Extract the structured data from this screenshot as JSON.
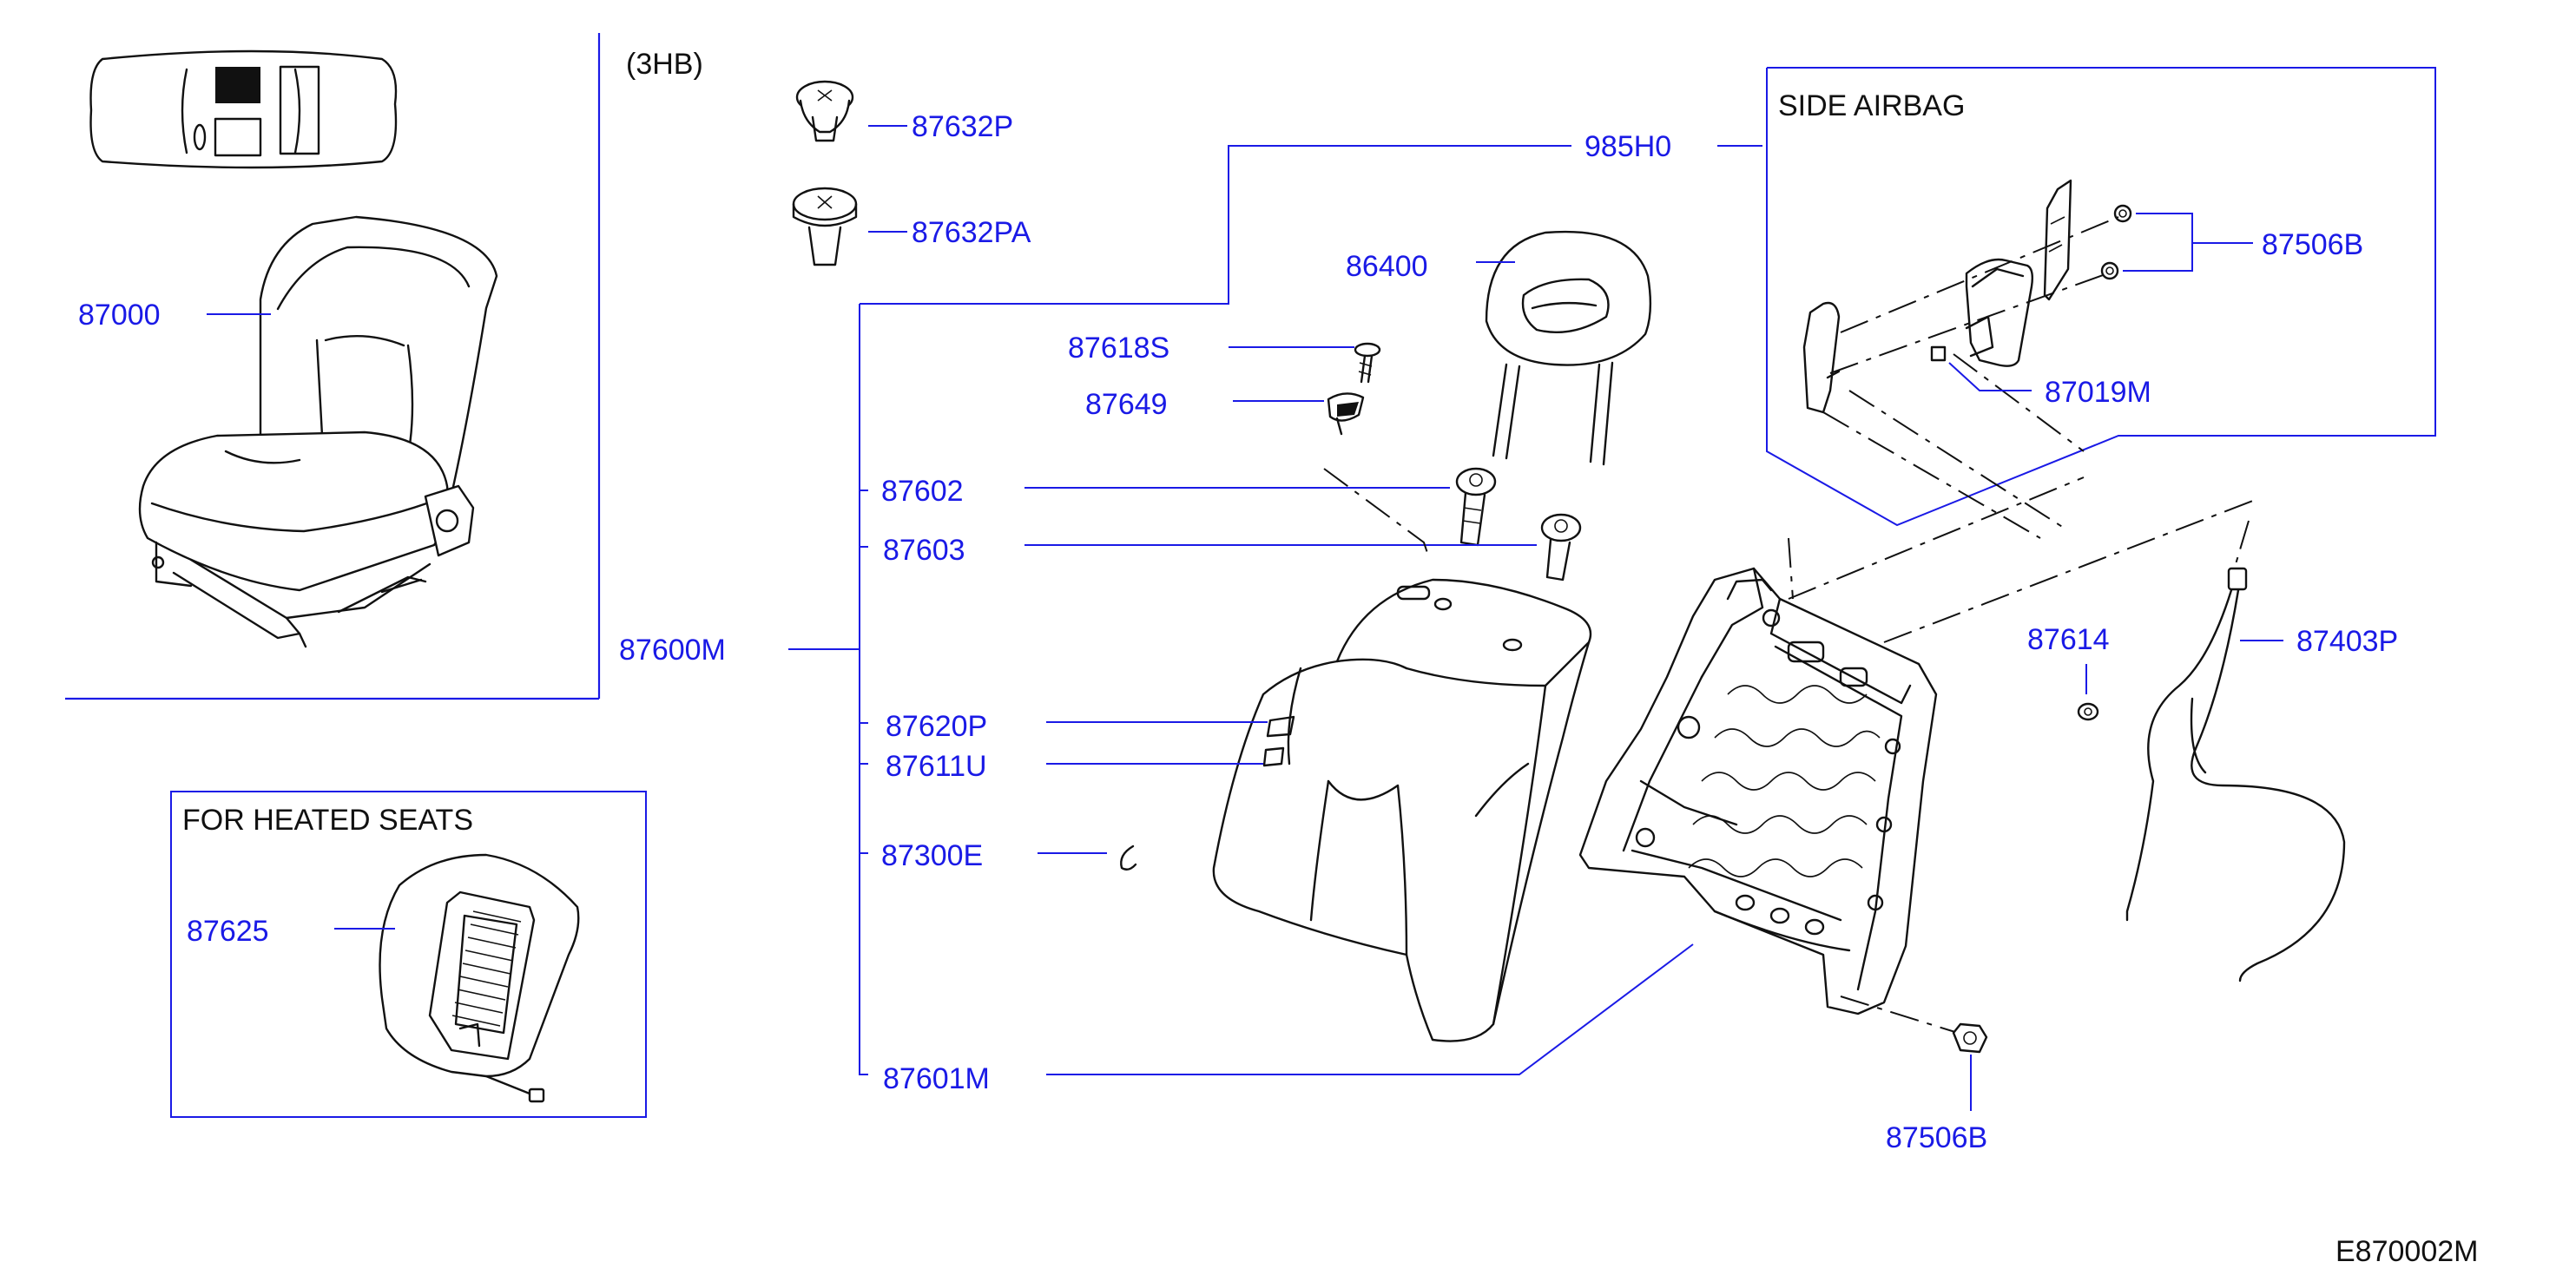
{
  "header": {
    "variant_note": "(3HB)",
    "diagram_code": "E870002M"
  },
  "boxes": {
    "side_airbag": {
      "title": "SIDE   AIRBAG"
    },
    "heated_seats": {
      "title": "FOR  HEATED  SEATS"
    }
  },
  "parts": {
    "seat_assembly": "87000",
    "clip_a": "87632P",
    "clip_b": "87632PA",
    "bracket_985h0": "985H0",
    "headrest": "86400",
    "screw": "87618S",
    "knob": "87649",
    "guide_a": "87602",
    "guide_b": "87603",
    "seatback_assembly": "87600M",
    "cover_a": "87620P",
    "cover_b": "87611U",
    "hook": "87300E",
    "frame": "87601M",
    "nut_airbag": "87506B",
    "airbag_module": "87019M",
    "grommet": "87614",
    "harness": "87403P",
    "nut_bottom": "87506B",
    "heater": "87625"
  }
}
